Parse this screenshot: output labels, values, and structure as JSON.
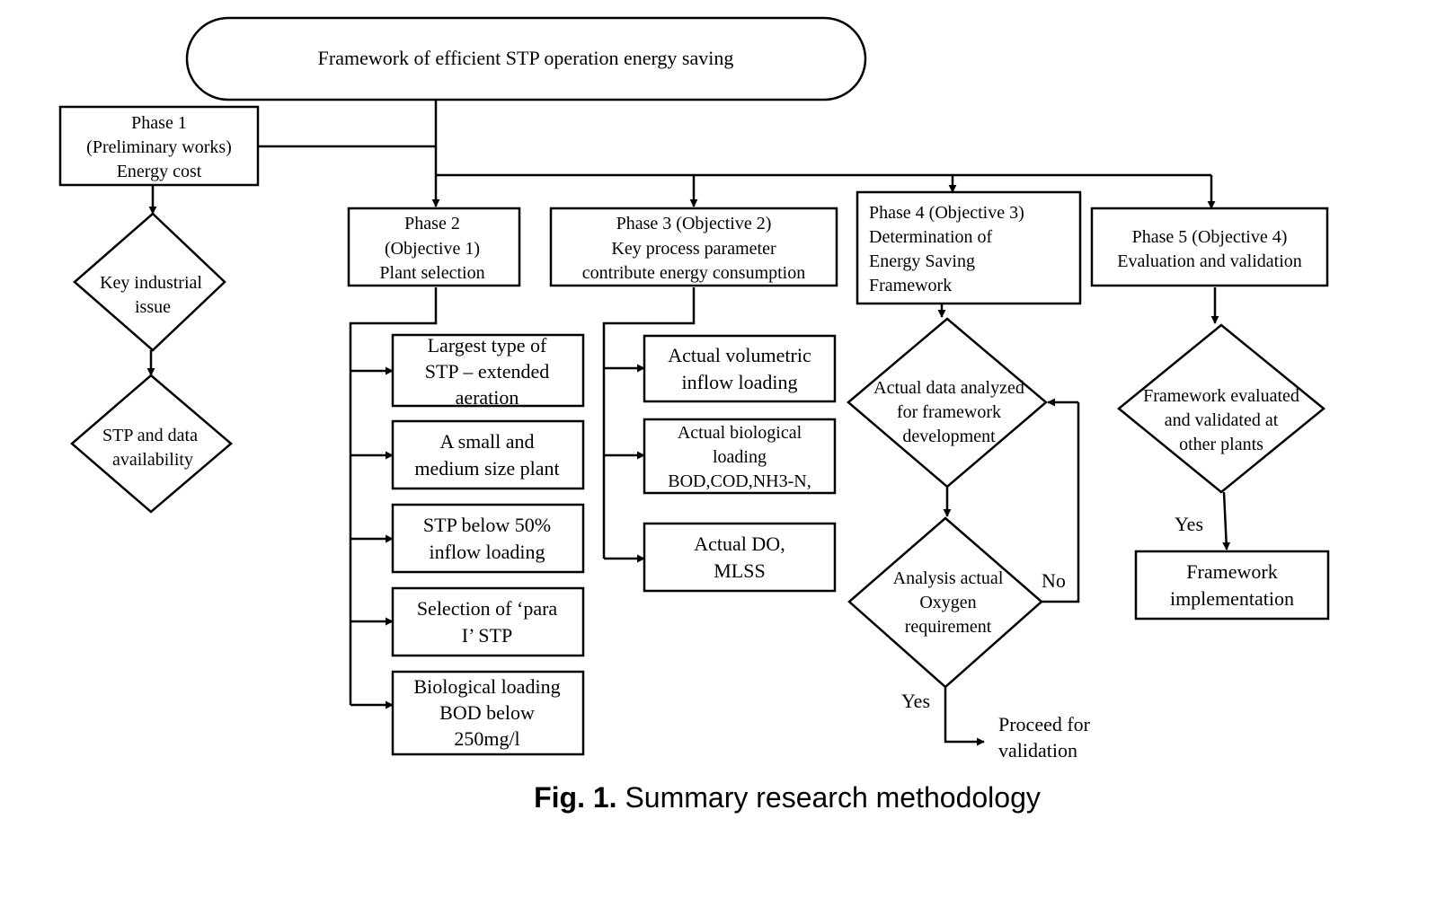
{
  "title": "Framework of efficient STP operation energy saving",
  "phase1": {
    "box": [
      "Phase 1",
      "(Preliminary works)",
      "Energy cost"
    ],
    "decision1": [
      "Key industrial",
      "issue"
    ],
    "decision2": [
      "STP and data",
      "availability"
    ]
  },
  "phase2": {
    "box": [
      "Phase 2",
      "(Objective 1)",
      "Plant selection"
    ],
    "items": [
      [
        "Largest type of",
        "STP – extended",
        "aeration"
      ],
      [
        "A small and",
        "medium size plant"
      ],
      [
        "STP below 50%",
        "inflow loading"
      ],
      [
        "Selection of ‘para",
        "I’ STP"
      ],
      [
        "Biological  loading",
        "BOD below",
        "250mg/l"
      ]
    ]
  },
  "phase3": {
    "box": [
      "Phase 3 (Objective 2)",
      "Key process parameter",
      "contribute energy consumption"
    ],
    "items": [
      [
        "Actual volumetric",
        "inflow loading"
      ],
      [
        "Actual biological",
        "loading",
        "BOD,COD,NH3-N,"
      ],
      [
        "Actual DO,",
        "MLSS"
      ]
    ]
  },
  "phase4": {
    "box": [
      "Phase 4 (Objective 3)",
      "Determination of",
      "Energy Saving",
      "Framework"
    ],
    "decision1": [
      "Actual data analyzed",
      "for framework",
      "development"
    ],
    "decision2": [
      "Analysis actual",
      "Oxygen",
      "requirement"
    ],
    "no_label": "No",
    "yes_label": "Yes",
    "proceed": [
      "Proceed for",
      "validation"
    ]
  },
  "phase5": {
    "box": [
      "Phase 5 (Objective 4)",
      "Evaluation and validation"
    ],
    "decision": [
      "Framework evaluated",
      "and validated at",
      "other plants"
    ],
    "yes_label": "Yes",
    "result": [
      "Framework",
      "implementation"
    ]
  },
  "caption": {
    "prefix": "Fig. 1.",
    "text": " Summary research methodology"
  }
}
